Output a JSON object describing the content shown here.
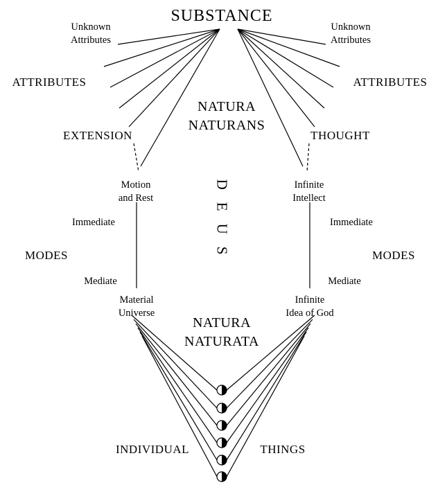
{
  "diagram": {
    "substance": "SUBSTANCE",
    "natura_naturans": [
      "NATURA",
      "NATURANS"
    ],
    "natura_naturata": [
      "NATURA",
      "NATURATA"
    ],
    "deus": "DEUS",
    "left": {
      "unknown_attributes": [
        "Unknown",
        "Attributes"
      ],
      "attributes": "ATTRIBUTES",
      "extension": "EXTENSION",
      "motion_and_rest": [
        "Motion",
        "and Rest"
      ],
      "immediate": "Immediate",
      "modes": "MODES",
      "mediate": "Mediate",
      "material_universe": [
        "Material",
        "Universe"
      ]
    },
    "right": {
      "unknown_attributes": [
        "Unknown",
        "Attributes"
      ],
      "attributes": "ATTRIBUTES",
      "thought": "THOUGHT",
      "infinite_intellect": [
        "Infinite",
        "Intellect"
      ],
      "immediate": "Immediate",
      "modes": "MODES",
      "mediate": "Mediate",
      "infinite_idea_of_god": [
        "Infinite",
        "Idea of God"
      ]
    },
    "individual": "INDIVIDUAL",
    "things": "THINGS",
    "colors": {
      "ink": "#000000",
      "background": "#ffffff"
    }
  }
}
